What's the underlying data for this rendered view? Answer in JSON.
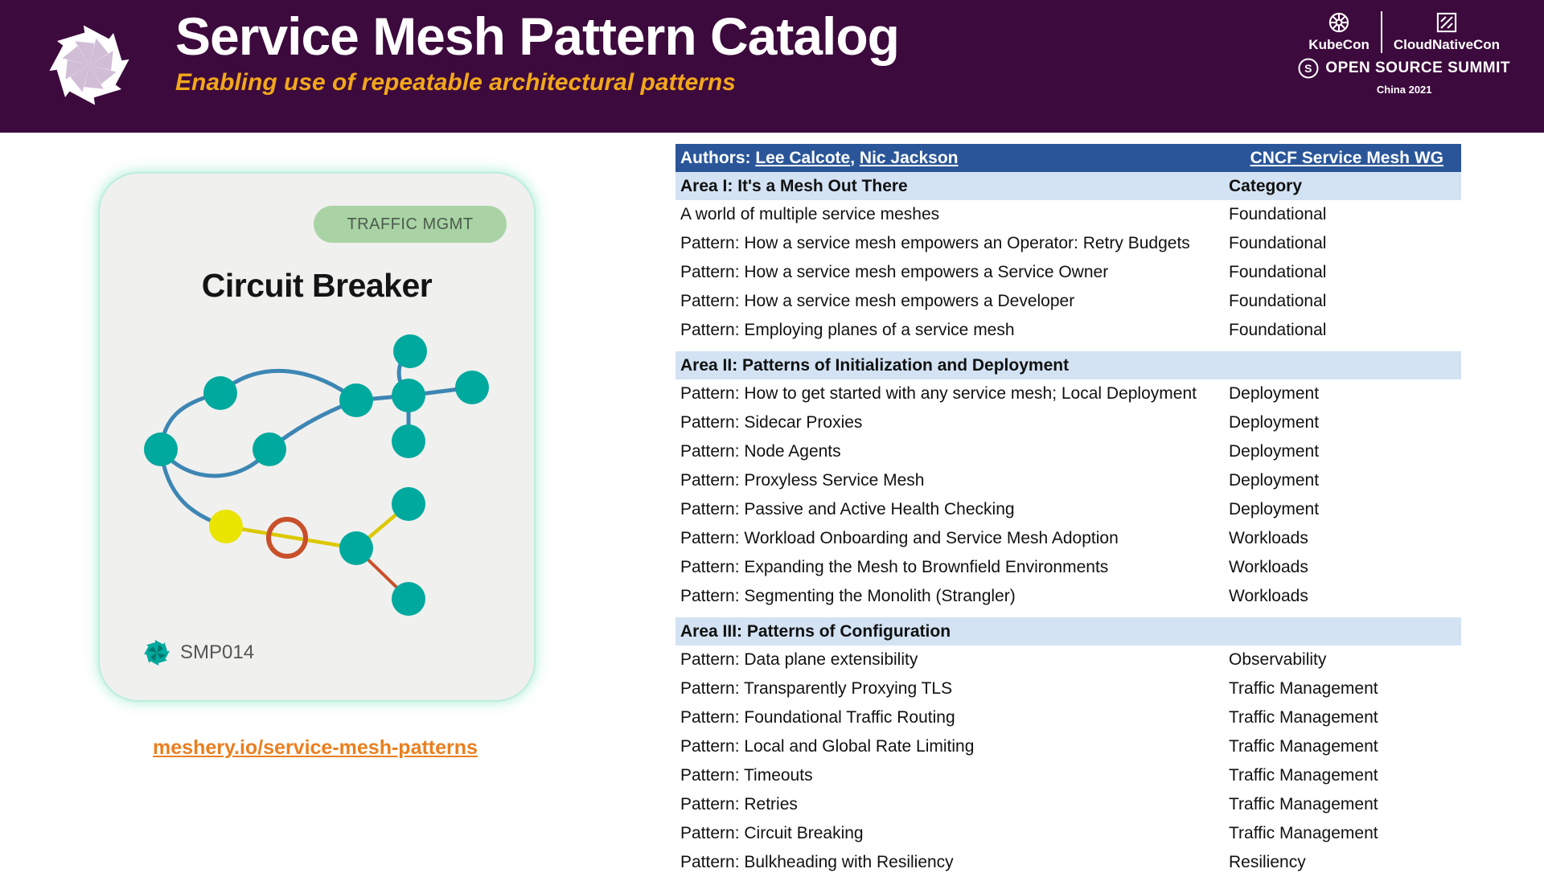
{
  "header": {
    "title": "Service Mesh Pattern Catalog",
    "subtitle": "Enabling use of repeatable architectural patterns",
    "conference": {
      "kubecon": "KubeCon",
      "cloudnativecon": "CloudNativeCon",
      "summit": "OPEN SOURCE SUMMIT",
      "location": "China 2021"
    }
  },
  "card": {
    "badge": "TRAFFIC MGMT",
    "title": "Circuit Breaker",
    "id": "SMP014"
  },
  "link": "meshery.io/service-mesh-patterns",
  "table": {
    "authors_label": "Authors:",
    "authors": [
      "Lee Calcote",
      "Nic Jackson"
    ],
    "authors_separator": ", ",
    "working_group": "CNCF Service Mesh WG",
    "sections": [
      {
        "title": "Area I: It's a Mesh Out There",
        "category_header": "Category",
        "rows": [
          {
            "name": "A world of multiple service meshes",
            "category": "Foundational"
          },
          {
            "name": "Pattern: How a service mesh empowers an Operator: Retry Budgets",
            "category": "Foundational"
          },
          {
            "name": "Pattern: How a service mesh empowers a Service Owner",
            "category": "Foundational"
          },
          {
            "name": "Pattern: How a service mesh empowers a Developer",
            "category": "Foundational"
          },
          {
            "name": "Pattern: Employing planes of a service mesh",
            "category": "Foundational"
          }
        ]
      },
      {
        "title": "Area II: Patterns of Initialization and Deployment",
        "category_header": "",
        "rows": [
          {
            "name": "Pattern: How to get started with any service mesh; Local Deployment",
            "category": "Deployment"
          },
          {
            "name": "Pattern: Sidecar Proxies",
            "category": "Deployment"
          },
          {
            "name": "Pattern: Node Agents",
            "category": "Deployment"
          },
          {
            "name": "Pattern: Proxyless Service Mesh",
            "category": "Deployment"
          },
          {
            "name": "Pattern: Passive and Active Health Checking",
            "category": "Deployment"
          },
          {
            "name": "Pattern: Workload Onboarding and Service Mesh Adoption",
            "category": "Workloads"
          },
          {
            "name": "Pattern: Expanding the Mesh to Brownfield Environments",
            "category": "Workloads"
          },
          {
            "name": "Pattern: Segmenting the Monolith (Strangler)",
            "category": "Workloads"
          }
        ]
      },
      {
        "title": "Area III: Patterns of Configuration",
        "category_header": "",
        "rows": [
          {
            "name": "Pattern: Data plane extensibility",
            "category": "Observability"
          },
          {
            "name": "Pattern: Transparently Proxying TLS",
            "category": "Traffic Management"
          },
          {
            "name": "Pattern: Foundational Traffic Routing",
            "category": "Traffic Management"
          },
          {
            "name": "Pattern: Local and Global Rate Limiting",
            "category": "Traffic Management"
          },
          {
            "name": "Pattern: Timeouts",
            "category": "Traffic Management"
          },
          {
            "name": "Pattern: Retries",
            "category": "Traffic Management"
          },
          {
            "name": "Pattern: Circuit Breaking",
            "category": "Traffic Management"
          },
          {
            "name": "Pattern: Bulkheading with Resiliency",
            "category": "Resiliency"
          }
        ]
      }
    ]
  },
  "colors": {
    "header_bg": "#3c0a3c",
    "subtitle_orange": "#f2a71b",
    "table_header_blue": "#2a5699",
    "section_blue": "#d3e3f4",
    "node_teal": "#00a99d",
    "edge_blue": "#3d86b4",
    "node_yellow": "#e9e400",
    "ring_red": "#c8502a",
    "badge_green": "#a9d3a4",
    "link_orange": "#ea7f1f"
  }
}
